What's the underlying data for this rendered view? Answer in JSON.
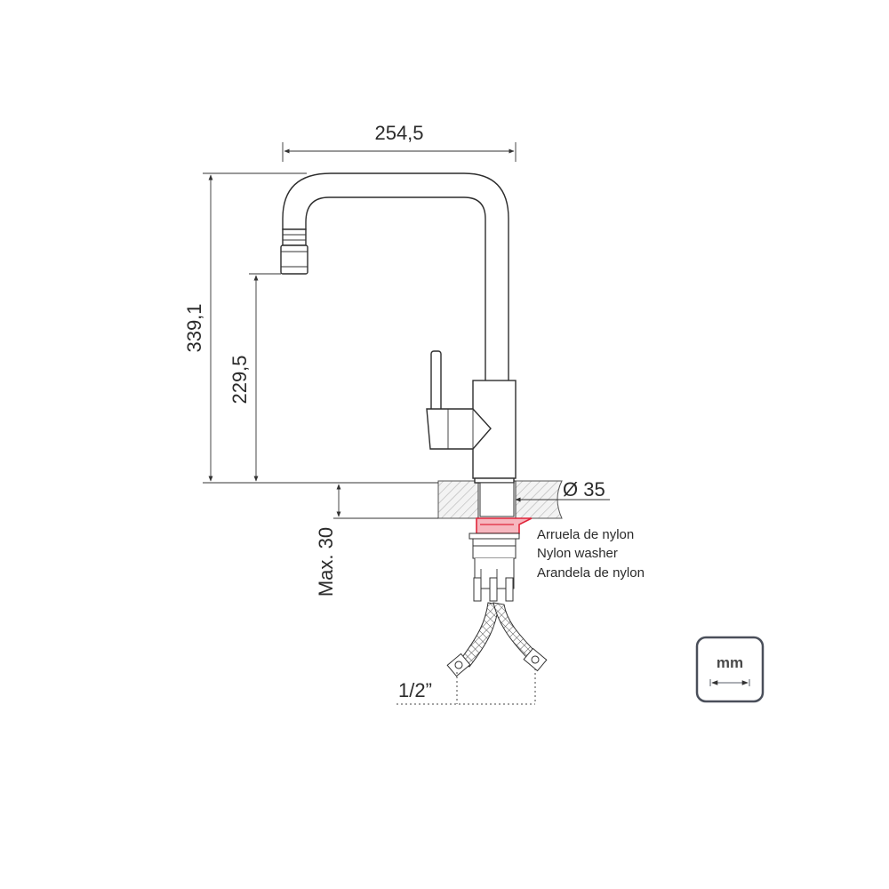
{
  "dimensions": {
    "width": "254,5",
    "total_height": "339,1",
    "spout_height": "229,5",
    "hole_diameter": "Ø 35",
    "max_thickness": "Max. 30",
    "thread": "1/2”"
  },
  "washer_note": {
    "line1": "Arruela de nylon",
    "line2": "Nylon washer",
    "line3": "Arandela de nylon"
  },
  "unit_badge": {
    "label": "mm"
  },
  "colors": {
    "line": "#2d2d2d",
    "washer": "#e0253a",
    "countertop_hatch": "#9a9a9a",
    "badge_border": "#4a4f5a"
  }
}
